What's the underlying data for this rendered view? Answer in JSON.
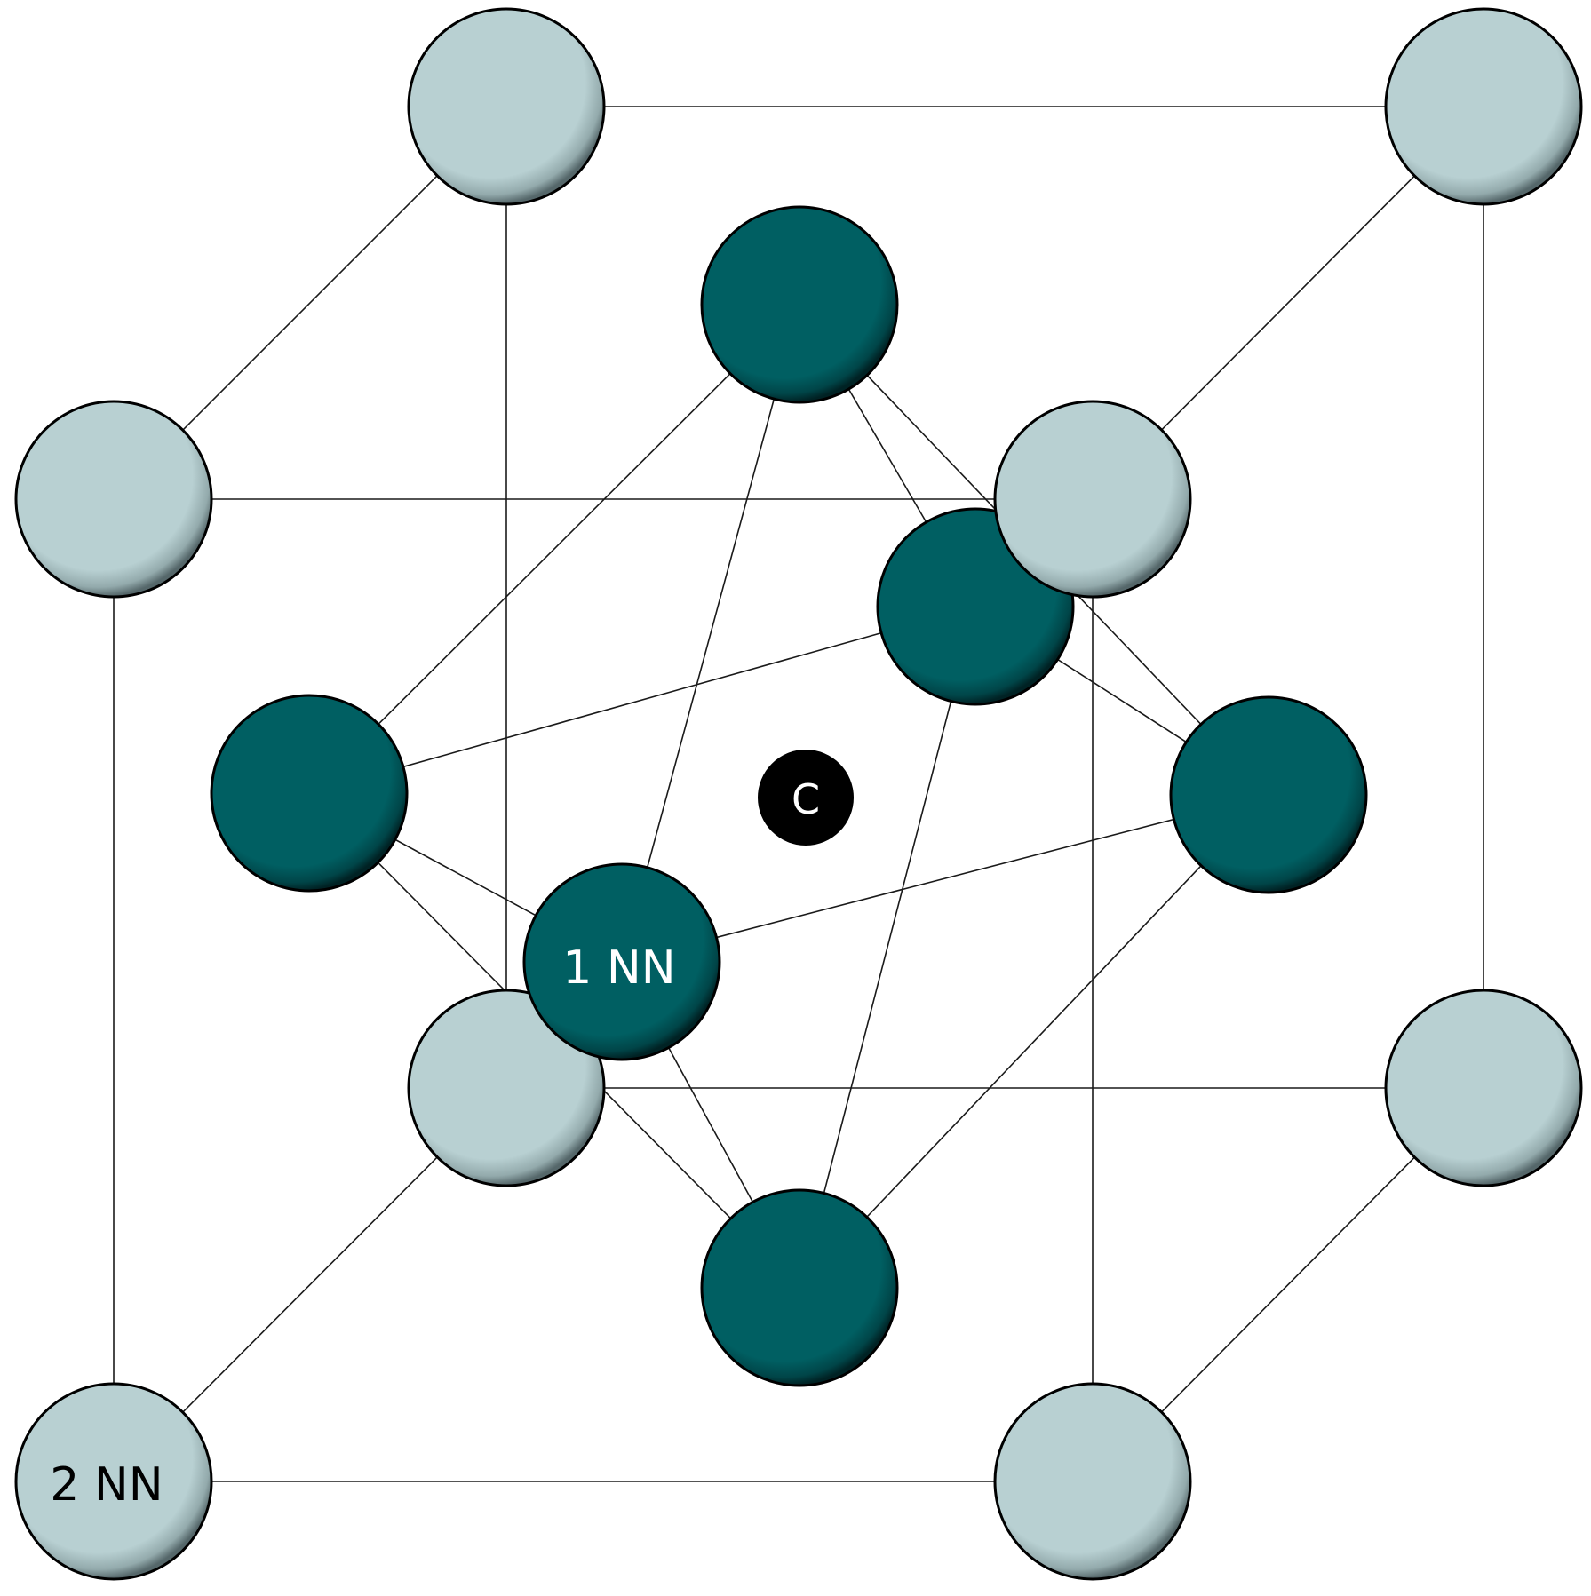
{
  "labels": {
    "center": "C",
    "first_neighbor": "1 NN",
    "second_neighbor": "2 NN"
  },
  "colors": {
    "second_neighbor_fill": "#b8d0d2",
    "first_neighbor_fill": "#005f62",
    "center_fill": "#000000",
    "first_neighbor_label": "#ffffff",
    "second_neighbor_label": "#000000",
    "center_label": "#ffffff",
    "bond": "#1a1a1a"
  }
}
